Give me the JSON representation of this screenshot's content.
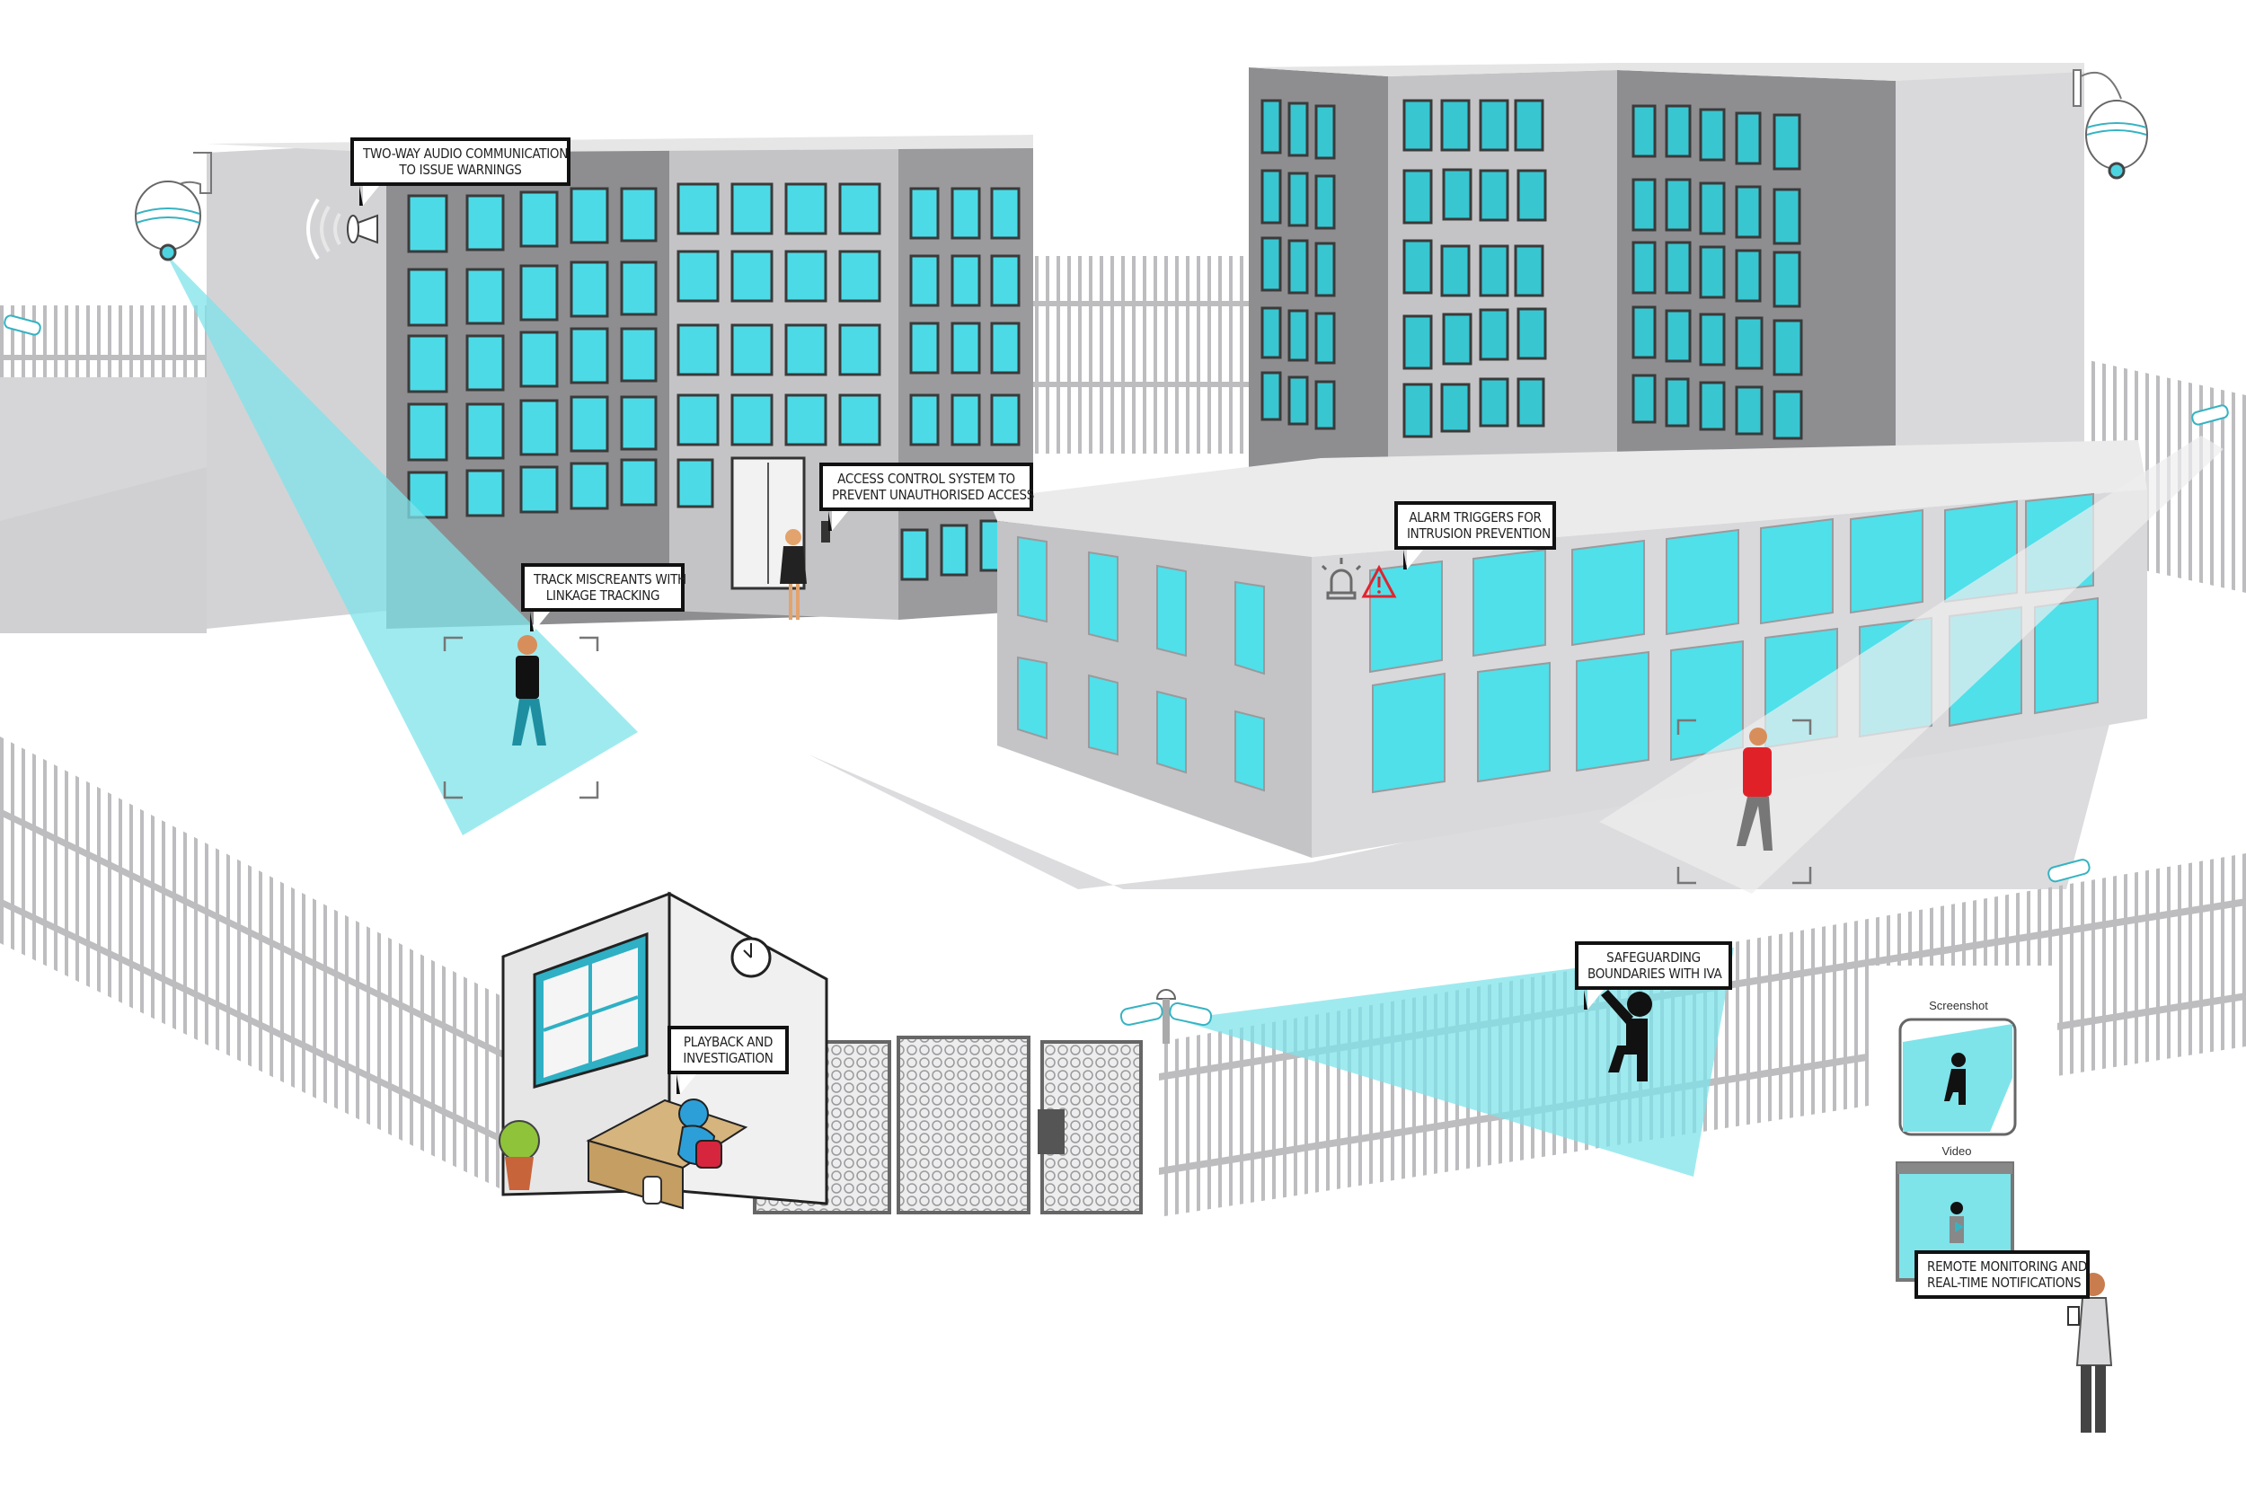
{
  "title": "Video surveillance security system overview",
  "colors": {
    "window_cyan": "#4fe0ea",
    "window_cyan_dark": "#38c6d1",
    "beam_cyan": "#7fe3ea",
    "wall_dark": "#8e8e91",
    "wall_mid": "#c4c4c6",
    "wall_light": "#d9d9db",
    "roof": "#ebebec",
    "ground_shadow": "#d6d6d8",
    "alarm_red": "#e0242f",
    "shirt_red": "#e02228",
    "guard_blue": "#2d9fd8"
  },
  "callouts": {
    "audio": {
      "line1": "TWO-WAY AUDIO COMMUNICATION",
      "line2": "TO ISSUE WARNINGS"
    },
    "access": {
      "line1": "ACCESS CONTROL SYSTEM TO",
      "line2": "PREVENT UNAUTHORISED ACCESS"
    },
    "alarm": {
      "line1": "ALARM TRIGGERS FOR",
      "line2": "INTRUSION PREVENTION"
    },
    "track": {
      "line1": "TRACK MISCREANTS WITH",
      "line2": "LINKAGE TRACKING"
    },
    "playback": {
      "line1": "PLAYBACK AND",
      "line2": "INVESTIGATION"
    },
    "boundary": {
      "line1": "SAFEGUARDING",
      "line2": "BOUNDARIES WITH IVA"
    },
    "remote": {
      "line1": "REMOTE MONITORING AND",
      "line2": "REAL-TIME NOTIFICATIONS"
    }
  },
  "phone_preview": {
    "screenshot_label": "Screenshot",
    "video_label": "Video"
  },
  "icons": {
    "ptz_camera_left": "ptz-dome-camera",
    "ptz_camera_right": "ptz-dome-camera",
    "speaker": "horn-speaker",
    "siren": "alarm-siren",
    "warning": "warning-triangle",
    "clock": "wall-clock",
    "bullet_cameras": "bullet-camera-pair",
    "card_reader": "access-card-reader"
  }
}
